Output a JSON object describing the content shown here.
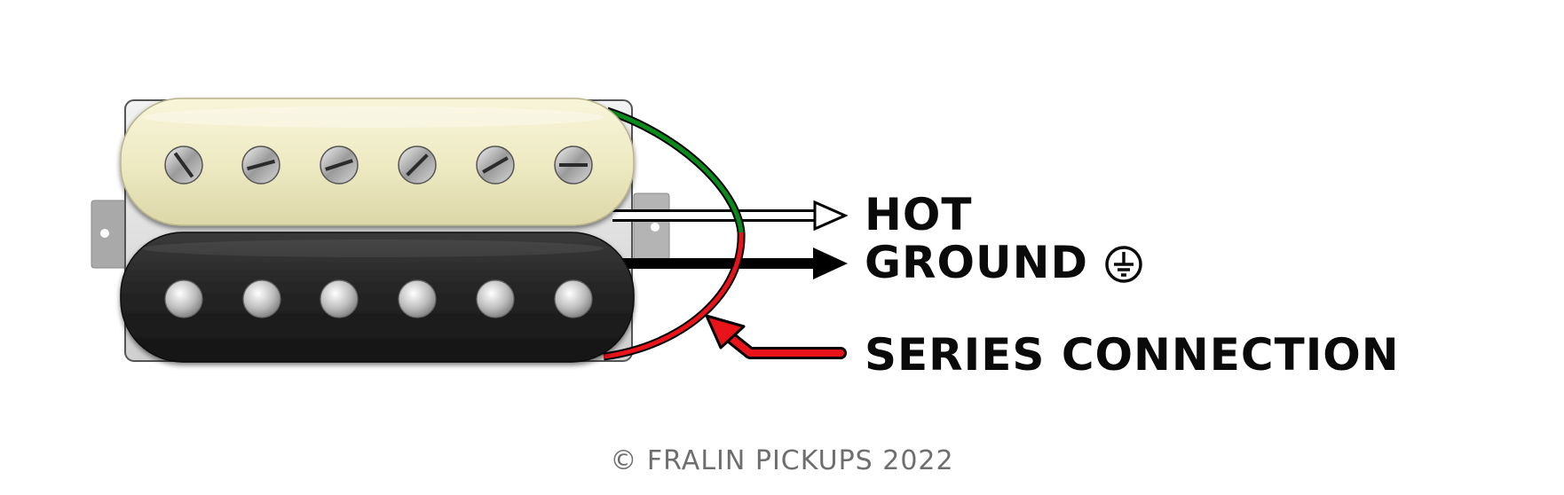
{
  "labels": {
    "hot": "HOT",
    "ground": "GROUND",
    "series": "SERIES CONNECTION"
  },
  "copyright": "© FRALIN PICKUPS 2022",
  "icons": {
    "ground": "ground-symbol-icon",
    "screw": "slotted-screw-icon",
    "pole": "slug-pole-icon"
  },
  "colors": {
    "cream_coil": "#ece8bf",
    "black_coil": "#1f1f1f",
    "green_wire": "#0a8a1a",
    "red_wire": "#e8141a",
    "hot_wire": "#ffffff",
    "ground_wire": "#000000"
  }
}
